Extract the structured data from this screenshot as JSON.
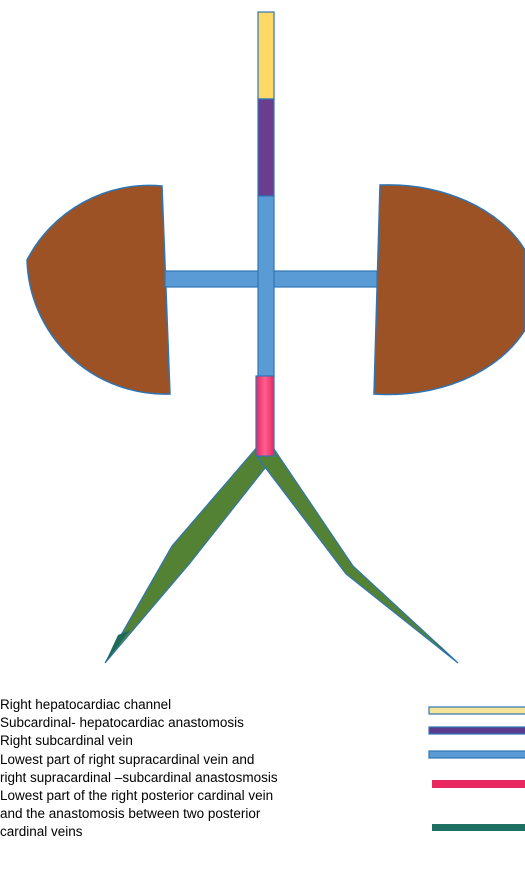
{
  "legend": {
    "items": [
      {
        "label": "Right hepatocardiac channel",
        "swatch": "yellow-swatch",
        "color": "#f5e49a"
      },
      {
        "label": "Subcardinal- hepatocardiac anastomosis",
        "swatch": "purple-swatch",
        "color": "#5a3a8c"
      },
      {
        "label": "Right subcardinal vein",
        "swatch": "blue-swatch",
        "color": "#5b9bd5"
      },
      {
        "label": "Lowest part of right supracardinal vein and",
        "swatch": "pink-swatch",
        "color": "#e8285f"
      },
      {
        "label": "right supracardinal –subcardinal anastosmosis"
      },
      {
        "label": "Lowest part of the right posterior cardinal vein",
        "swatch": "green-swatch",
        "color": "#1e7062"
      },
      {
        "label": "and the anastomosis between two posterior"
      },
      {
        "label": "cardinal veins"
      }
    ]
  },
  "colors": {
    "kidney": "#9c5225",
    "kidney_outline": "#2e75b6",
    "hepatocardiac": "#ffd966",
    "anastomosis": "#6a3d8f",
    "subcardinal": "#5b9bd5",
    "supracardinal": "#ff1f6a",
    "posterior_cardinal": "#548235",
    "posterior_tip": "#1e6b5c"
  }
}
